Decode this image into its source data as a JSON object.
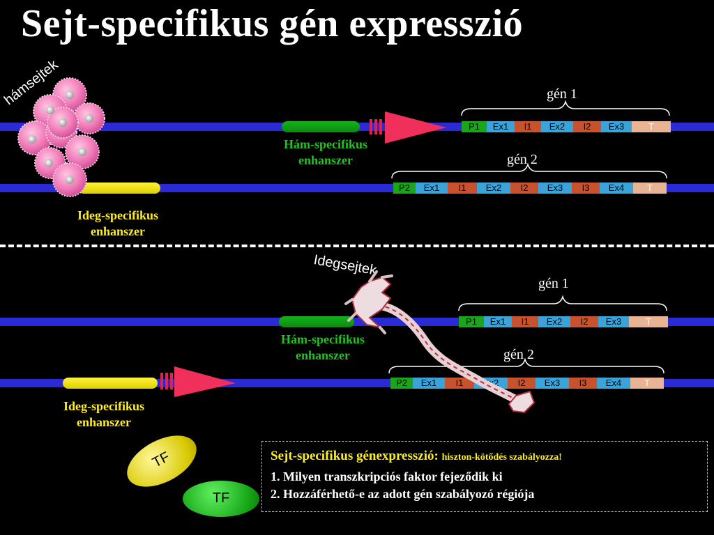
{
  "title": "Sejt-specifikus gén expresszió",
  "top_panel": {
    "cell_label": "hámsejtek",
    "gene1_label": "gén 1",
    "gene2_label": "gén 2",
    "gene1_segments": [
      "P1",
      "Ex1",
      "I1",
      "Ex2",
      "I2",
      "Ex3",
      "T"
    ],
    "gene2_segments": [
      "P2",
      "Ex1",
      "I1",
      "Ex2",
      "I2",
      "Ex3",
      "I3",
      "Ex4",
      "T"
    ],
    "green_enhancer_label": [
      "Hám-specifikus",
      "enhanszer"
    ],
    "yellow_enhancer_label": [
      "Ideg-specifikus",
      "enhanszer"
    ]
  },
  "bottom_panel": {
    "cell_label": "Idegsejtek",
    "gene1_label": "gén 1",
    "gene2_label": "gén 2",
    "gene1_segments": [
      "P1",
      "Ex1",
      "I1",
      "Ex2",
      "I2",
      "Ex3",
      "T"
    ],
    "gene2_segments": [
      "P2",
      "Ex1",
      "I1",
      "Ex2",
      "I2",
      "Ex3",
      "I3",
      "Ex4",
      "T"
    ],
    "green_enhancer_label": [
      "Hám-specifikus",
      "enhanszer"
    ],
    "yellow_enhancer_label": [
      "Ideg-specifikus",
      "enhanszer"
    ]
  },
  "tf_labels": [
    "TF",
    "TF"
  ],
  "info": {
    "heading": "Sejt-specifikus génexpresszió:",
    "heading_sub": "hiszton-kötődés szabályozza!",
    "line1": "1. Milyen transzkripciós faktor fejeződik ki",
    "line2": "2. Hozzáférhető-e az adott gén szabályozó régiója"
  },
  "colors": {
    "dna": "#2b2bd6",
    "promoter": "#1aa51a",
    "exon": "#3aa3d8",
    "intron": "#c8522e",
    "terminator": "#e9b493",
    "green_enhancer": "#16b21c",
    "yellow_enhancer": "#fff23a",
    "arrow": "#f0305a"
  },
  "icons": [
    "epithelial-cells-icon",
    "neuron-icon",
    "activation-arrow-icon"
  ]
}
